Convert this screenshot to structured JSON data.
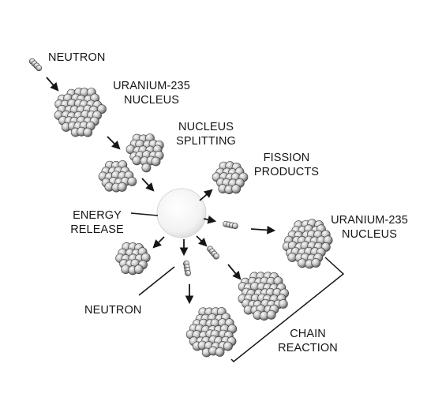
{
  "labels": {
    "neutron_top": "NEUTRON",
    "uranium_top_line1": "URANIUM-235",
    "uranium_top_line2": "NUCLEUS",
    "splitting_line1": "NUCLEUS",
    "splitting_line2": "SPLITTING",
    "fission_line1": "FISSION",
    "fission_line2": "PRODUCTS",
    "energy_line1": "ENERGY",
    "energy_line2": "RELEASE",
    "uranium_right_line1": "URANIUM-235",
    "uranium_right_line2": "NUCLEUS",
    "neutron_bottom": "NEUTRON",
    "chain_line1": "CHAIN",
    "chain_line2": "REACTION"
  },
  "colors": {
    "ink": "#161616",
    "sphere_light": "#f3f3f3",
    "sphere_dark": "#5e5e5e",
    "energy_glow": "#ffffff",
    "energy_edge": "#d0d0d0"
  }
}
